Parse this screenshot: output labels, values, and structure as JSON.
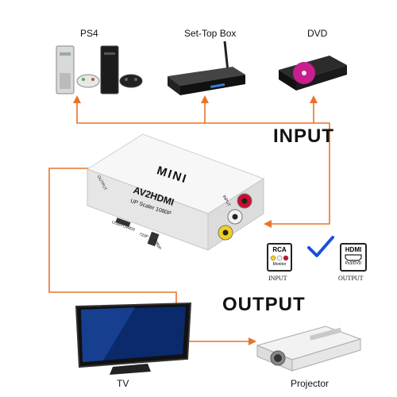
{
  "devices": {
    "ps4": "PS4",
    "settop": "Set-Top Box",
    "dvd": "DVD",
    "tv": "TV",
    "projector": "Projector"
  },
  "headings": {
    "input": "INPUT",
    "output": "OUTPUT"
  },
  "converter": {
    "brand": "MINI",
    "model": "AV2HDMI",
    "tagline": "UP Scaler 1080P",
    "side_output": "OUTPUT",
    "side_input": "INPUT",
    "port_label": "USB/POWER",
    "switch_720": "720P",
    "switch_1080": "1080P"
  },
  "signal": {
    "rca_title": "RCA",
    "rca_sub": "Monitor",
    "rca_caption": "INPUT",
    "hdmi_title": "HDMI",
    "hdmi_sub": "Ps3/DVD",
    "hdmi_caption": "OUTPUT"
  },
  "colors": {
    "connector": "#e8732a",
    "checkmark": "#1a4fd6",
    "rca_red": "#c8102e",
    "rca_white": "#f2f2f2",
    "rca_yellow": "#f2d21b"
  }
}
